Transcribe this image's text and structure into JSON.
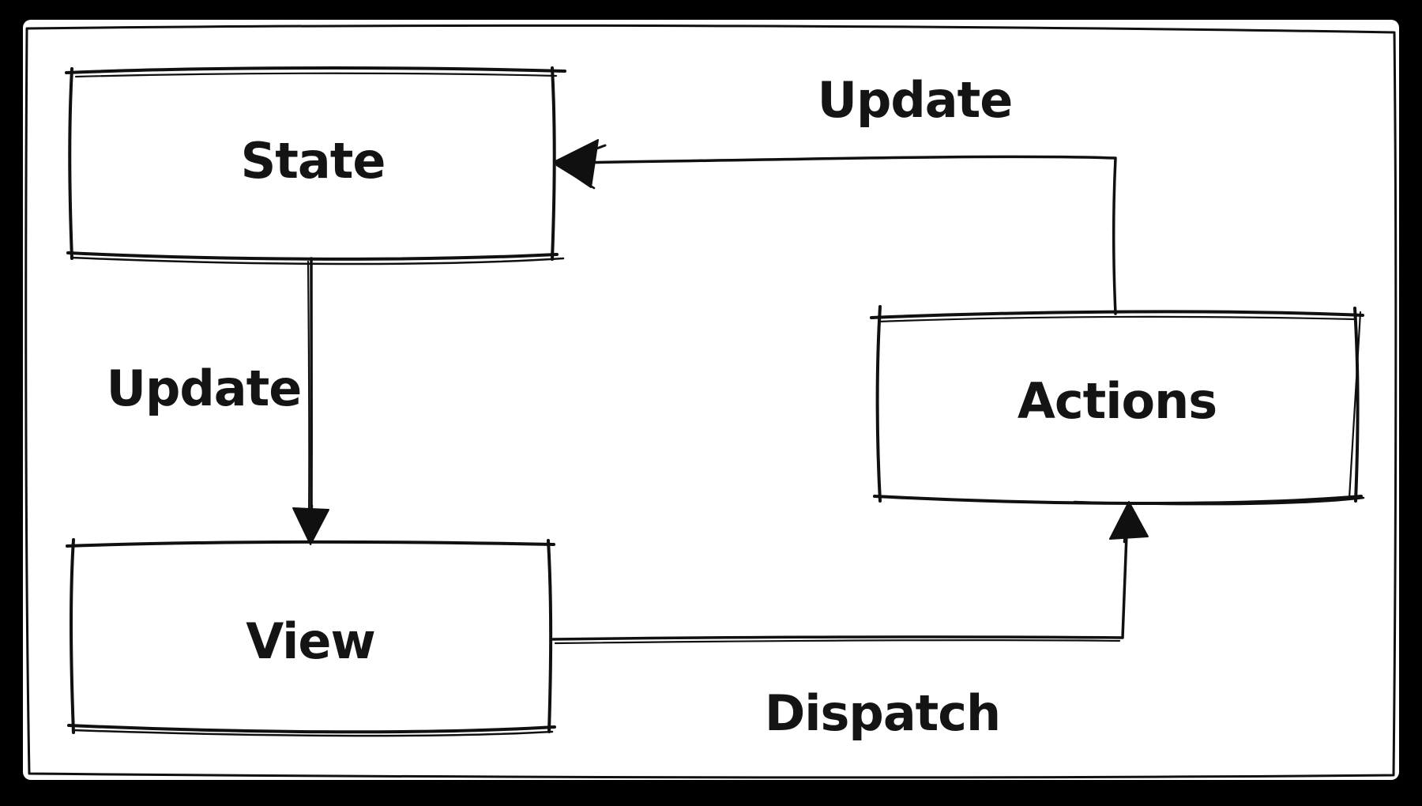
{
  "colors": {
    "frame": "#000000",
    "canvas": "#ffffff",
    "ink": "#101010"
  },
  "nodes": [
    {
      "id": "state",
      "label": "State"
    },
    {
      "id": "actions",
      "label": "Actions"
    },
    {
      "id": "view",
      "label": "View"
    }
  ],
  "edges": [
    {
      "id": "update-actions-to-state",
      "label": "Update",
      "from": "Actions",
      "to": "State"
    },
    {
      "id": "update-state-to-view",
      "label": "Update",
      "from": "State",
      "to": "View"
    },
    {
      "id": "dispatch-view-to-actions",
      "label": "Dispatch",
      "from": "View",
      "to": "Actions"
    }
  ]
}
